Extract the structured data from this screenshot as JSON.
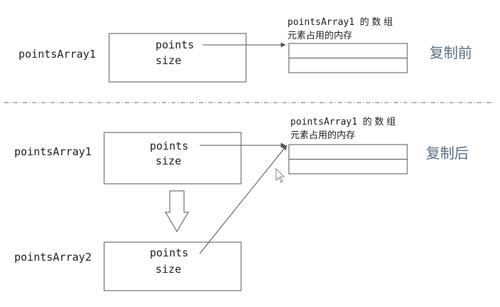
{
  "before": {
    "var_label": "pointsArray1",
    "field_points": "points",
    "field_size": "size",
    "memory_title_var": "pointsArray1",
    "memory_title_suffix": "的 数 组",
    "memory_title_line2": "元素占用的内存",
    "stage_label": "复制前"
  },
  "after": {
    "var1_label": "pointsArray1",
    "var1_field_points": "points",
    "var1_field_size": "size",
    "var2_label": "pointsArray2",
    "var2_field_points": "points",
    "var2_field_size": "size",
    "memory_title_var": "pointsArray1",
    "memory_title_suffix": "的 数 组",
    "memory_title_line2": "元素占用的内存",
    "stage_label": "复制后"
  },
  "colors": {
    "stroke": "#555555",
    "divider": "#6b6b6b",
    "stage_label": "#5a6f82"
  }
}
